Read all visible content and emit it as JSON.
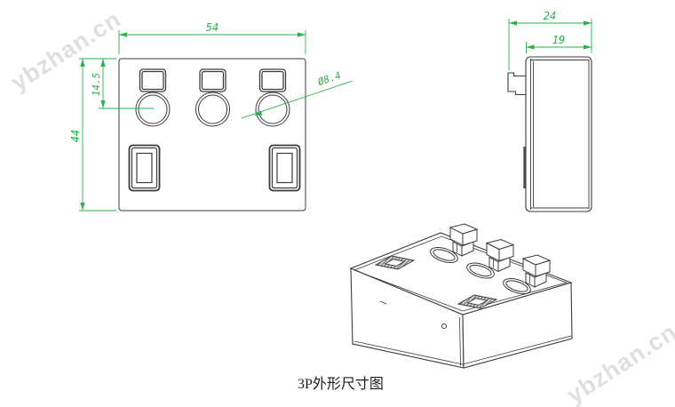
{
  "caption": "3P外形尺寸图",
  "watermark": {
    "text": "ybzhan.cn"
  },
  "colors": {
    "dimension_green": "#29b14b",
    "drawing_line": "#3b3b3b",
    "watermark_gray": "#dcdcdc"
  },
  "front_view": {
    "width_label": "54",
    "height_label": "44",
    "pitch_label": "14.5",
    "diameter_label": "Ø8.4"
  },
  "side_view": {
    "overall_label": "24",
    "body_label": "19"
  }
}
